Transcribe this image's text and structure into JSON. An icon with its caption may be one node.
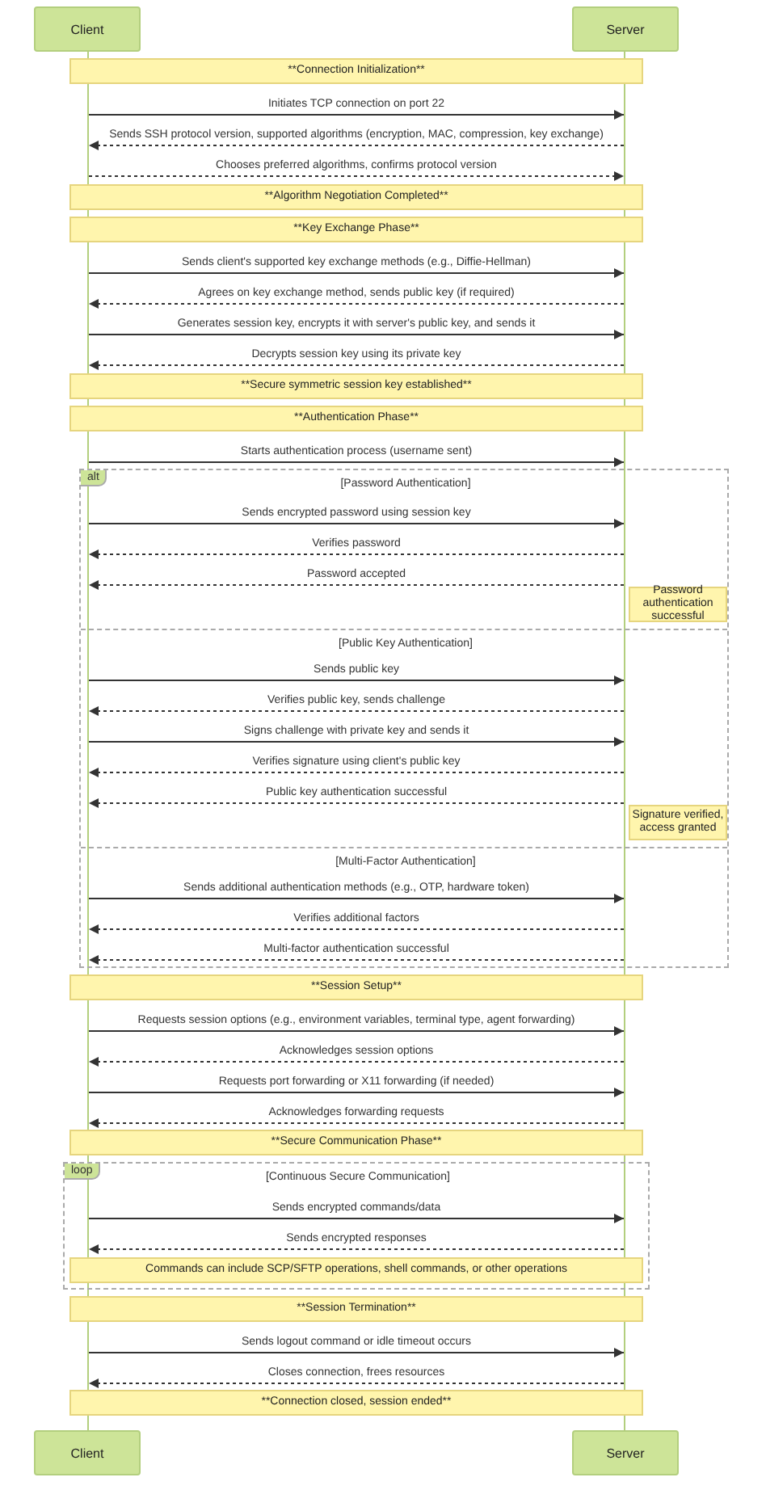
{
  "diagram": {
    "nodes": [
      {
        "text": [
          "Client"
        ]
      },
      {
        "text": [
          "Server"
        ]
      },
      {
        "text": [],
        "shape": "line"
      },
      {
        "text": [],
        "shape": "line"
      },
      {
        "text": [
          "**Connection Initialization**"
        ]
      },
      {
        "text": [
          "**Algorithm Negotiation Completed**"
        ]
      },
      {
        "text": [
          "**Key Exchange Phase**"
        ]
      },
      {
        "text": [
          "**Secure symmetric session key established**"
        ]
      },
      {
        "text": [
          "**Authentication Phase**"
        ]
      },
      {
        "text": [
          "alt",
          "[Password Authentication]",
          "[Public Key Authentication]",
          "[Multi-Factor Authentication]"
        ]
      },
      {
        "text": [
          "Password authentication successful"
        ],
        "in": 9
      },
      {
        "text": [
          "Signature verified, access granted"
        ],
        "in": 9
      },
      {
        "text": [
          "**Session Setup**"
        ]
      },
      {
        "text": [
          "**Secure Communication Phase**"
        ]
      },
      {
        "text": [
          "loop",
          "[Continuous Secure Communication]"
        ]
      },
      {
        "text": [
          "Commands can include SCP/SFTP operations, shell commands, or other operations"
        ],
        "in": 14
      },
      {
        "text": [
          "**Session Termination**"
        ]
      },
      {
        "text": [
          "**Connection closed, session ended**"
        ]
      },
      {
        "text": [
          "Client"
        ]
      },
      {
        "text": [
          "Server"
        ]
      }
    ],
    "edges": [
      {
        "from": 2,
        "to": 3,
        "arrow": "to",
        "label": "Initiates TCP connection on port 22"
      },
      {
        "from": 3,
        "to": 2,
        "arrow": "to",
        "style": "dashed",
        "label": "Sends SSH protocol version, supported algorithms (encryption, MAC, compression, key exchange)"
      },
      {
        "from": 2,
        "to": 3,
        "arrow": "to",
        "style": "dashed",
        "label": "Chooses preferred algorithms, confirms protocol version"
      },
      {
        "from": 2,
        "to": 3,
        "arrow": "to",
        "label": "Sends client's supported key exchange methods (e.g., Diffie-Hellman)"
      },
      {
        "from": 3,
        "to": 2,
        "arrow": "to",
        "style": "dashed",
        "label": "Agrees on key exchange method, sends public key (if required)"
      },
      {
        "from": 2,
        "to": 3,
        "arrow": "to",
        "label": "Generates session key, encrypts it with server's public key, and sends it"
      },
      {
        "from": 3,
        "to": 2,
        "arrow": "to",
        "style": "dashed",
        "label": "Decrypts session key using its private key"
      },
      {
        "from": 2,
        "to": 3,
        "arrow": "to",
        "label": "Starts authentication process (username sent)"
      },
      {
        "from": 2,
        "to": 3,
        "arrow": "to",
        "label": "Sends encrypted password using session key"
      },
      {
        "from": 3,
        "to": 2,
        "arrow": "to",
        "style": "dashed",
        "label": "Verifies password"
      },
      {
        "from": 3,
        "to": 2,
        "arrow": "to",
        "style": "dashed",
        "label": "Password accepted"
      },
      {
        "from": 2,
        "to": 3,
        "arrow": "to",
        "label": "Sends public key"
      },
      {
        "from": 3,
        "to": 2,
        "arrow": "to",
        "style": "dashed",
        "label": "Verifies public key, sends challenge"
      },
      {
        "from": 2,
        "to": 3,
        "arrow": "to",
        "label": "Signs challenge with private key and sends it"
      },
      {
        "from": 3,
        "to": 2,
        "arrow": "to",
        "style": "dashed",
        "label": "Verifies signature using client's public key"
      },
      {
        "from": 3,
        "to": 2,
        "arrow": "to",
        "style": "dashed",
        "label": "Public key authentication successful"
      },
      {
        "from": 2,
        "to": 3,
        "arrow": "to",
        "label": "Sends additional authentication methods (e.g., OTP, hardware token)"
      },
      {
        "from": 3,
        "to": 2,
        "arrow": "to",
        "style": "dashed",
        "label": "Verifies additional factors"
      },
      {
        "from": 3,
        "to": 2,
        "arrow": "to",
        "style": "dashed",
        "label": "Multi-factor authentication successful"
      },
      {
        "from": 2,
        "to": 3,
        "arrow": "to",
        "label": "Requests session options (e.g., environment variables, terminal type, agent forwarding)"
      },
      {
        "from": 3,
        "to": 2,
        "arrow": "to",
        "style": "dashed",
        "label": "Acknowledges session options"
      },
      {
        "from": 2,
        "to": 3,
        "arrow": "to",
        "label": "Requests port forwarding or X11 forwarding (if needed)"
      },
      {
        "from": 3,
        "to": 2,
        "arrow": "to",
        "style": "dashed",
        "label": "Acknowledges forwarding requests"
      },
      {
        "from": 2,
        "to": 3,
        "arrow": "to",
        "label": "Sends encrypted commands/data"
      },
      {
        "from": 3,
        "to": 2,
        "arrow": "to",
        "style": "dashed",
        "label": "Sends encrypted responses"
      },
      {
        "from": 2,
        "to": 3,
        "arrow": "to",
        "label": "Sends logout command or idle timeout occurs"
      },
      {
        "from": 3,
        "to": 2,
        "arrow": "to",
        "style": "dashed",
        "label": "Closes connection, frees resources"
      }
    ]
  }
}
